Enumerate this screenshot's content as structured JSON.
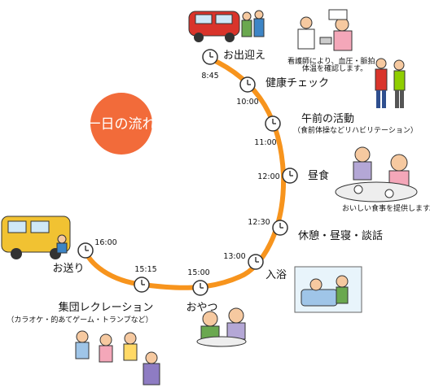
{
  "title": "一日の流れ",
  "colors": {
    "track": "#F7941D",
    "badge": "#F26B3A",
    "badge_text": "#ffffff",
    "clock_stroke": "#333333"
  },
  "schedule": [
    {
      "time": "8:45",
      "label": "お出迎え",
      "note": "",
      "icon": "clock-icon"
    },
    {
      "time": "10:00",
      "label": "健康チェック",
      "note": "",
      "icon": "clock-icon"
    },
    {
      "time": "11:00",
      "label": "午前の活動",
      "note": "（食前体操などリハビリテーション）",
      "icon": "clock-icon"
    },
    {
      "time": "12:00",
      "label": "昼食",
      "note": "",
      "icon": "clock-icon"
    },
    {
      "time": "12:30",
      "label": "休憩・昼寝・談話",
      "note": "",
      "icon": "clock-icon"
    },
    {
      "time": "13:00",
      "label": "入浴",
      "note": "",
      "icon": "clock-icon"
    },
    {
      "time": "15:00",
      "label": "おやつ",
      "note": "",
      "icon": "clock-icon"
    },
    {
      "time": "15:15",
      "label": "集団レクレーション",
      "note": "（カラオケ・的あてゲーム・トランプなど）",
      "icon": "clock-icon"
    },
    {
      "time": "16:00",
      "label": "お送り",
      "note": "",
      "icon": "clock-icon"
    }
  ],
  "illustration_captions": {
    "health_check": [
      "看護師により、血圧・脈拍・",
      "体温を確認します。"
    ],
    "lunch": "おいしい食事を提供します。"
  },
  "illustrations": [
    "car-pickup-illustration",
    "health-check-illustration",
    "walking-rehab-illustration",
    "lunch-illustration",
    "bathing-illustration",
    "snack-illustration",
    "recreation-illustration",
    "van-dropoff-illustration"
  ]
}
